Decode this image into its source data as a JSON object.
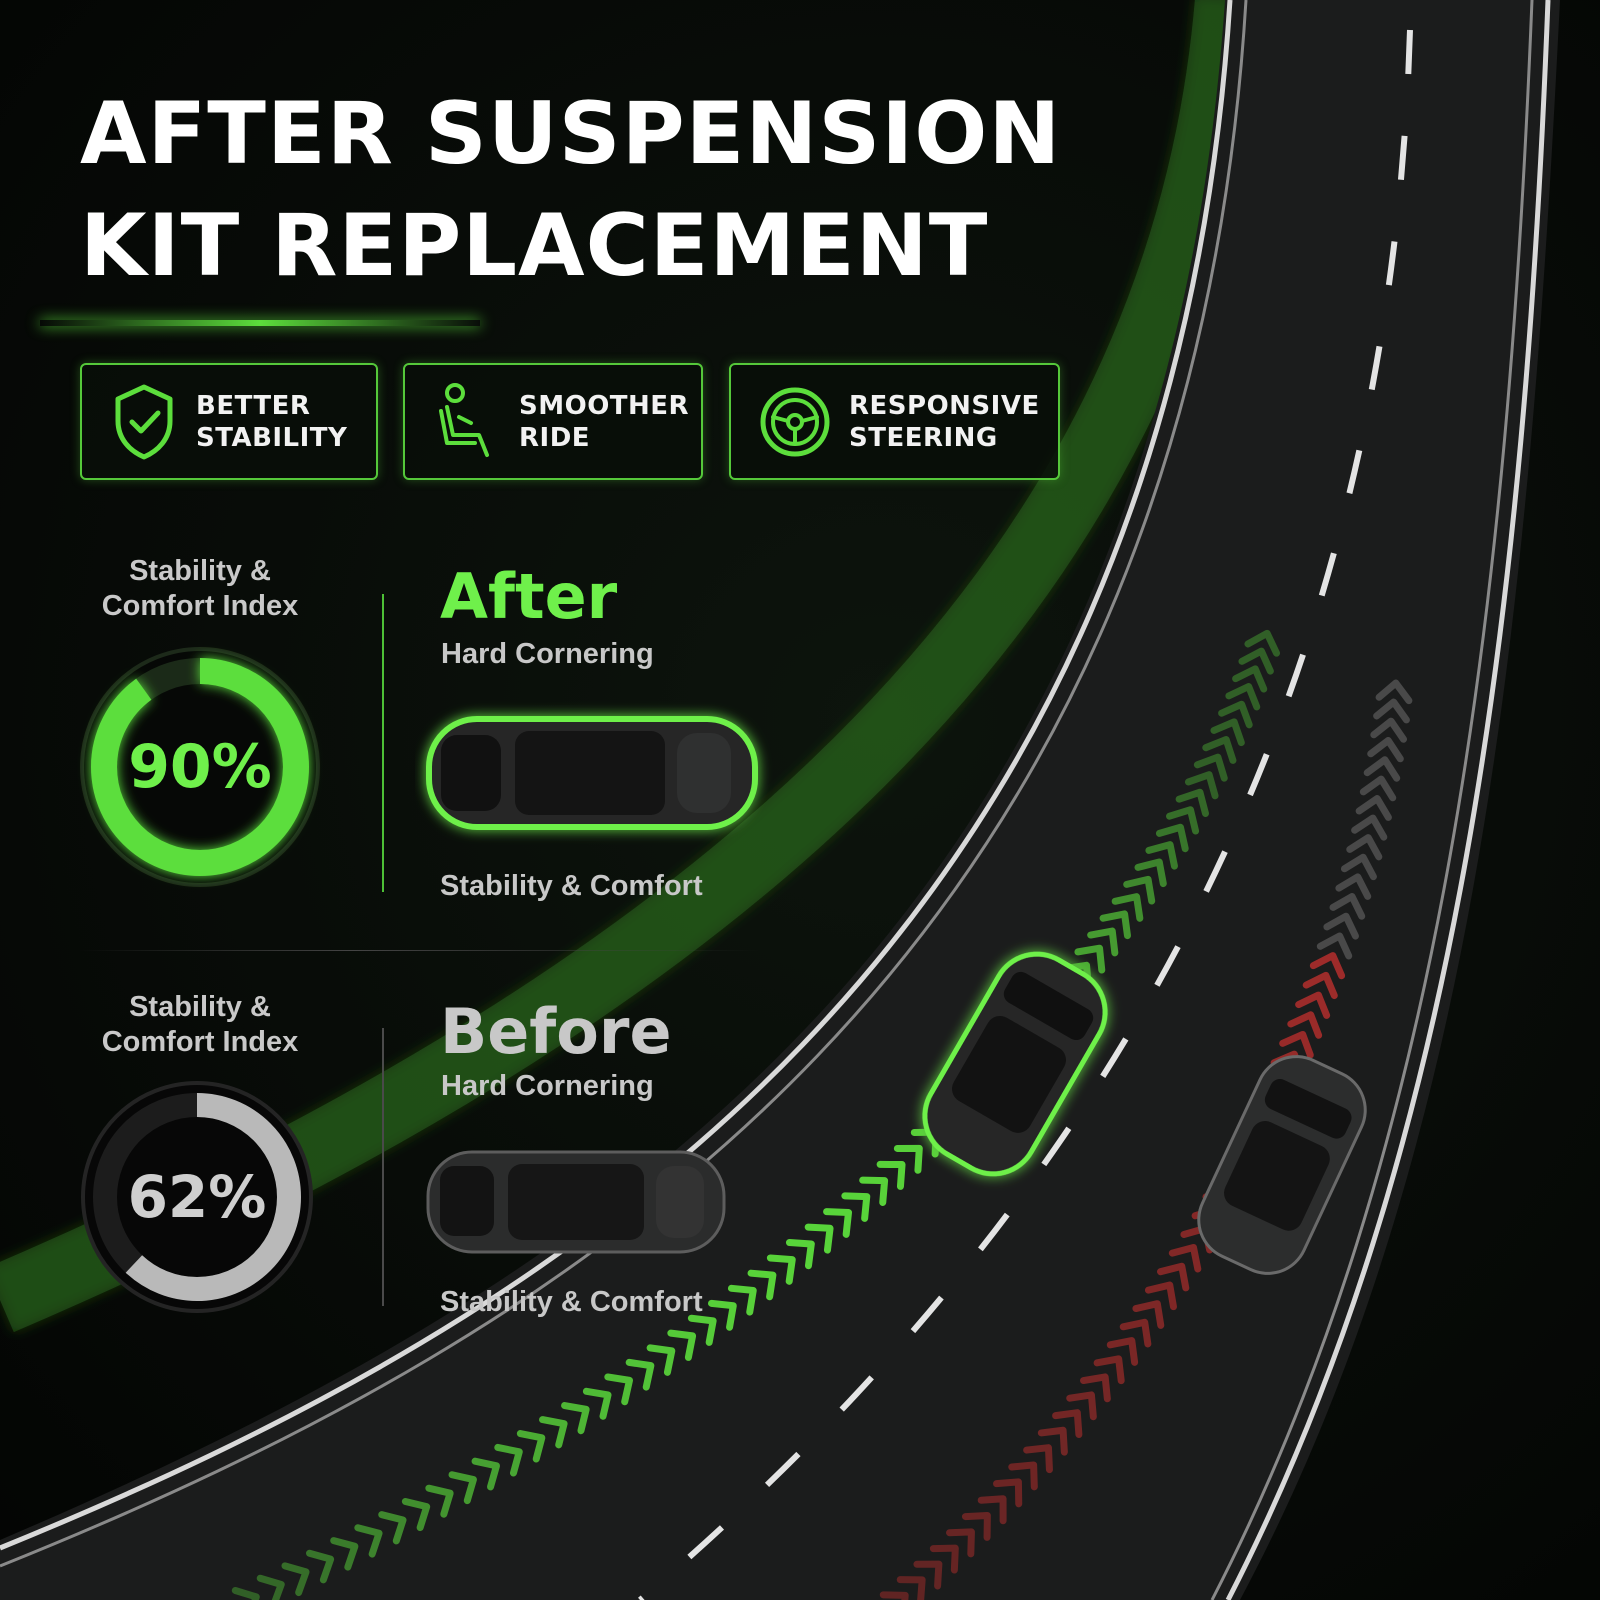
{
  "title": {
    "line1": "AFTER SUSPENSION",
    "line2": "KIT REPLACEMENT"
  },
  "benefits": [
    {
      "label": "BETTER\nSTABILITY",
      "icon": "shield-check-icon"
    },
    {
      "label": "SMOOTHER\nRIDE",
      "icon": "car-seat-icon"
    },
    {
      "label": "RESPONSIVE\nSTEERING",
      "icon": "steering-wheel-icon"
    }
  ],
  "after": {
    "index_label": "Stability &\nComfort Index",
    "index_value": "90%",
    "index_fraction": 0.9,
    "heading": "After",
    "subheading": "Hard Cornering",
    "caption": "Stability & Comfort"
  },
  "before": {
    "index_label": "Stability &\nComfort Index",
    "index_value": "62%",
    "index_fraction": 0.62,
    "heading": "Before",
    "subheading": "Hard Cornering",
    "caption": "Stability & Comfort"
  },
  "colors": {
    "accent_green": "#5cde3c",
    "before_gray": "#b9b9b9",
    "unstable_red": "#c8312f",
    "background": "#050605"
  }
}
